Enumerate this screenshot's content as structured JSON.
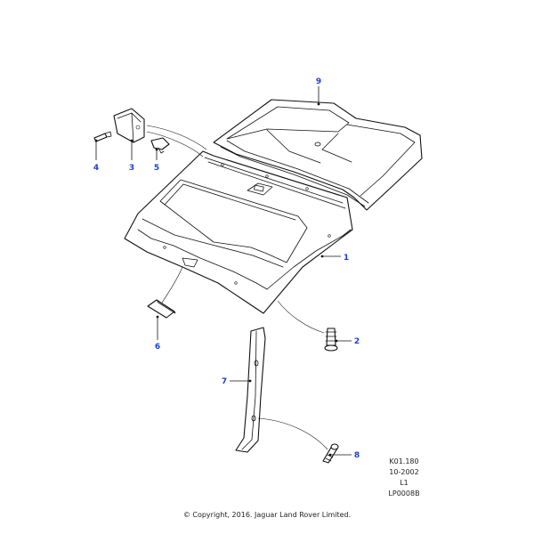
{
  "callouts": {
    "c1": "1",
    "c2": "2",
    "c3": "3",
    "c4": "4",
    "c5": "5",
    "c6": "6",
    "c7": "7",
    "c8": "8",
    "c9": "9"
  },
  "reference": {
    "code": "K01.180",
    "date": "10-2002",
    "level": "L1",
    "plate": "LP0008B"
  },
  "footer": {
    "copyright": "© Copyright, 2016. Jaguar Land Rover Limited."
  },
  "colors": {
    "callout": "#1a3fd6",
    "line": "#111111"
  }
}
